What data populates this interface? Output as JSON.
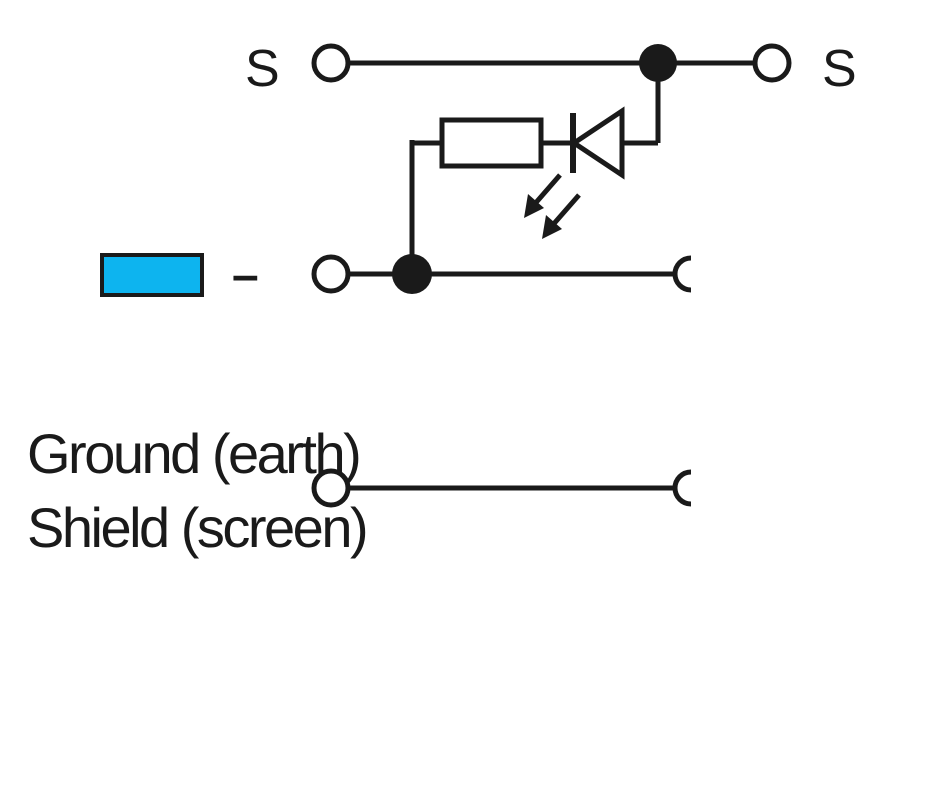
{
  "labels": {
    "top_left": "S",
    "top_right": "S",
    "middle_left": "–",
    "ground": "Ground (earth)",
    "shield": "Shield (screen)"
  },
  "colors": {
    "line": "#1a1a1a",
    "indicator_fill": "#0db4ef"
  },
  "components": [
    "terminal-top-left",
    "terminal-top-right",
    "junction-top",
    "resistor",
    "led-diode",
    "led-emission-arrows",
    "junction-middle",
    "terminal-middle-left",
    "plug-connector-middle",
    "terminal-bottom-left",
    "plug-connector-bottom",
    "blue-color-indicator"
  ]
}
